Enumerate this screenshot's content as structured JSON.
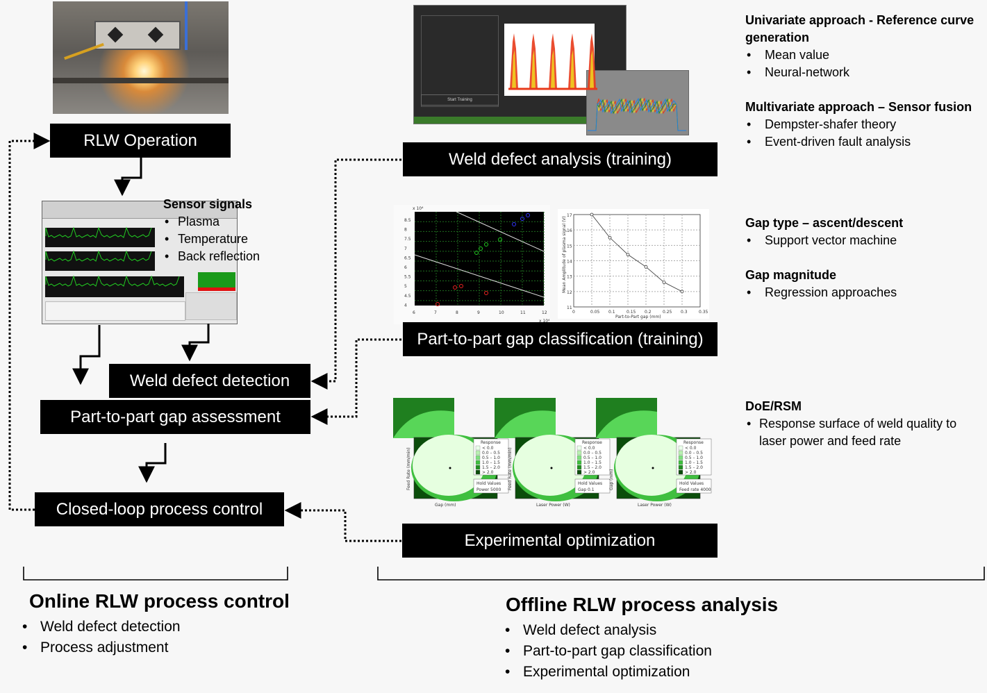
{
  "boxes": {
    "rlw_operation": "RLW  Operation",
    "weld_defect_detection": "Weld defect detection",
    "gap_assessment": "Part-to-part gap assessment",
    "closed_loop": "Closed-loop process control",
    "weld_defect_analysis": "Weld defect analysis (training)",
    "gap_classification": "Part-to-part gap classification (training)",
    "experimental_optimization": "Experimental optimization"
  },
  "sensor_signals": {
    "heading": "Sensor signals",
    "items": [
      "Plasma",
      "Temperature",
      "Back reflection"
    ]
  },
  "right_notes": {
    "univariate_heading_1": "Univariate approach - Reference curve",
    "univariate_heading_2": "generation",
    "univariate_items": [
      "Mean value",
      "Neural-network"
    ],
    "multivariate_heading": "Multivariate approach – Sensor fusion",
    "multivariate_items": [
      "Dempster-shafer theory",
      "Event-driven fault analysis"
    ],
    "gap_type_heading": "Gap type – ascent/descent",
    "gap_type_items": [
      "Support vector machine"
    ],
    "gap_magnitude_heading": "Gap magnitude",
    "gap_magnitude_items": [
      "Regression approaches"
    ],
    "doe_heading": "DoE/RSM",
    "doe_item_1": "Response surface of weld quality to",
    "doe_item_2": "laser power and feed rate"
  },
  "online": {
    "title": "Online RLW process control",
    "items": [
      "Weld defect detection",
      "Process adjustment"
    ]
  },
  "offline": {
    "title": "Offline RLW process analysis",
    "items": [
      "Weld defect analysis",
      "Part-to-part gap classification",
      "Experimental optimization"
    ]
  },
  "thumbs": {
    "training_button": "Start Training",
    "scatter_exp": "x 10⁴",
    "scatter_yticks": [
      "8.5",
      "8",
      "7.5",
      "7",
      "6.5",
      "6",
      "5.5",
      "5",
      "4.5",
      "4"
    ],
    "scatter_xticks": [
      "6",
      "7",
      "8",
      "9",
      "10",
      "11",
      "12"
    ],
    "regression_yticks": [
      "17",
      "16",
      "15",
      "14",
      "13",
      "12",
      "11"
    ],
    "regression_xticks": [
      "0",
      "0.05",
      "0.1",
      "0.15",
      "0.2",
      "0.25",
      "0.3",
      "0.35"
    ],
    "regression_xlabel": "Part-to-Part gap (mm)",
    "regression_ylabel": "Mean Amplitude of plasma signal (V)",
    "contour_legend_title": "Response",
    "contour_legend_items": [
      "< 0.0",
      "0.0 – 0.5",
      "0.5 – 1.0",
      "1.0 – 1.5",
      "1.5 – 2.0",
      "> 2.0"
    ],
    "contour_xlabels": [
      "Gap (mm)",
      "Laser Power (W)",
      "Laser Power (W)"
    ],
    "contour_ylabels": [
      "Feed Rate (mm/min)",
      "Feed Rate (mm/min)",
      "Gap (mm)"
    ],
    "hold_title": "Hold Values",
    "hold_values": [
      "Power  5000",
      "Gap   0.1",
      "Feed rate  4000"
    ]
  },
  "colors": {
    "box_bg": "#000000",
    "page_bg": "#f7f7f7",
    "signal_green": "#22cc22",
    "contour_light": "#e6ffe0",
    "contour_dark": "#0b4d0b"
  }
}
